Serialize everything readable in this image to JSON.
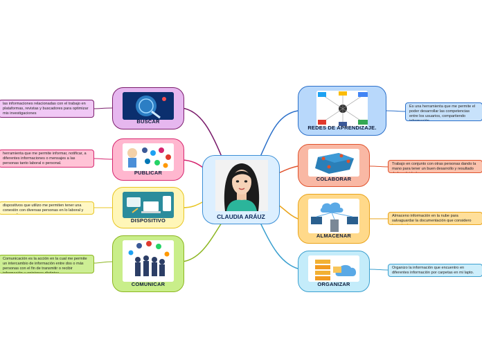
{
  "center": {
    "label": "CLAUDIA ARÁUZ",
    "icon": "woman-portrait-icon"
  },
  "left_branches": [
    {
      "key": "buscar",
      "label": "BUSCAR",
      "icon": "globe-search-icon",
      "color": "#7a1b6b",
      "note": "las informaciones relacionadas con el trabajo en plataformas, revistas y buscadores para optimizar mis investigaciones"
    },
    {
      "key": "publicar",
      "label": "PUBLICAR",
      "icon": "social-media-icon",
      "color": "#d6246e",
      "note": "herramienta que me permite informar, notificar, a diferentes informaciones o mensajes a las personas tanto laboral o personal."
    },
    {
      "key": "dispositivo",
      "label": "DISPOSITIVO",
      "icon": "devices-icon",
      "color": "#e8c520",
      "note": "dispositivos que utilizo me permiten tener una conexión con diversas personas en lo laboral y personal."
    },
    {
      "key": "comunicar",
      "label": "COMUNICAR",
      "icon": "people-network-icon",
      "color": "#8bb51e",
      "note": "Comunicación es la acción en la cual me permite un intercambio de información entre dos o más personas con el fin de transmitir o recibir información u opiniones distintas."
    }
  ],
  "right_branches": [
    {
      "key": "redes",
      "label": "REDES DE APRENDIZAJE.",
      "icon": "learning-network-icon",
      "color": "#2a6fc9",
      "note": "Es una herramienta que me permite el poder desarrollar las competencias entre los usuarios, compartiendo información."
    },
    {
      "key": "colaborar",
      "label": "COLABORAR",
      "icon": "puzzle-team-icon",
      "color": "#e0522c",
      "note": "Trabajo en conjunto con otras personas dando la mano para tener un buen desarrollo y resultado de la actividad."
    },
    {
      "key": "almacenar",
      "label": "ALMACENAR",
      "icon": "cloud-storage-icon",
      "color": "#e9a31a",
      "note": "Almaceno información en la nube para salvaguardar la documentación que considero importante."
    },
    {
      "key": "organizar",
      "label": "ORGANIZAR",
      "icon": "folders-cloud-icon",
      "color": "#3a9fcf",
      "note": "Organizo la información que encuentro en diferentes información por carpetas en mi lapto."
    }
  ]
}
